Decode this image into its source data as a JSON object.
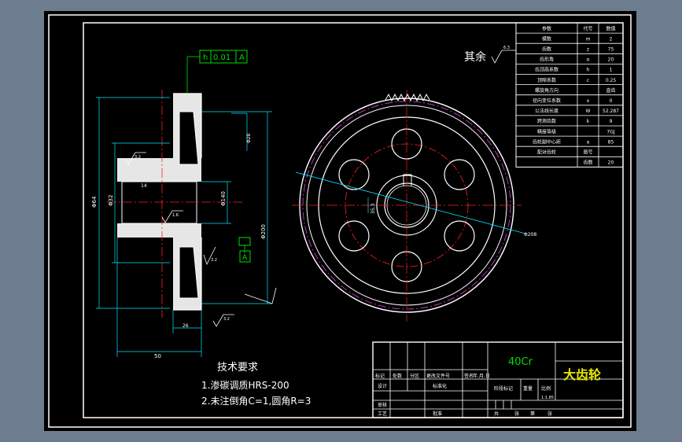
{
  "tech_req": {
    "title": "技术要求",
    "item1": "1.渗碳调质HRS-200",
    "item2": "2.未注倒角C=1,圆角R=3"
  },
  "finish_note": {
    "label": "其余",
    "roughness": "6.3"
  },
  "tolerance_frame": {
    "symbol": "h",
    "value": "0.01",
    "datum": "A"
  },
  "datum_label": "A",
  "section_labels": {
    "hub_dia": "Φ64",
    "bore_dia": "Φ32",
    "root_dia": "Φ140",
    "web_dia": "Φ28",
    "pitch_dia": "Φ200",
    "face_width": "50",
    "rim_width": "26",
    "rough1": "3.2",
    "rough2": "1.6",
    "rough3": "3.2",
    "rough4": "3.2",
    "keyway": "14"
  },
  "front_labels": {
    "tip_dia": "Φ208",
    "keyway_height": "35.3"
  },
  "param_table": {
    "headers": [
      "参数",
      "代号",
      "数值"
    ],
    "rows": [
      [
        "模数",
        "m",
        "2"
      ],
      [
        "齿数",
        "z",
        "75"
      ],
      [
        "齿形角",
        "α",
        "20"
      ],
      [
        "齿顶高系数",
        "h",
        "1"
      ],
      [
        "顶隙系数",
        "c",
        "0.25"
      ],
      [
        "螺旋角方向",
        "",
        "直齿"
      ],
      [
        "径向变位系数",
        "x",
        "0"
      ],
      [
        "公法线长度",
        "W",
        "52.287"
      ],
      [
        "跨测齿数",
        "k",
        "9"
      ],
      [
        "精度等级",
        "",
        "7GJ"
      ],
      [
        "齿轮副中心距",
        "a",
        "85"
      ],
      [
        "配对齿轮",
        "图号",
        ""
      ],
      [
        "",
        "齿数",
        "20"
      ]
    ]
  },
  "title_block": {
    "material": "40Cr",
    "part_name": "大齿轮",
    "labels": {
      "biaoji": "标记",
      "chushu": "处数",
      "fenqu": "分区",
      "gengai": "更改文件号",
      "qianming": "签名",
      "nianyueri": "年.月.日",
      "sheji": "设计",
      "biaozhunhua": "标准化",
      "jieduan": "阶段标记",
      "zhongliang": "重量",
      "bili": "比例",
      "bili_value": "1:1.85",
      "shenhe": "审核",
      "gongyi": "工艺",
      "pizhun": "批准",
      "gong": "共",
      "zhang1": "张",
      "di": "第",
      "zhang2": "张"
    }
  },
  "colors": {
    "background": "#000000",
    "line": "#ffffff",
    "center_line": "#ff2020",
    "dimension": "#00e5ff",
    "phantom": "#e040e0",
    "green": "#00e000",
    "yellow": "#e8e800",
    "frame_gray": "#6d7d8f"
  }
}
